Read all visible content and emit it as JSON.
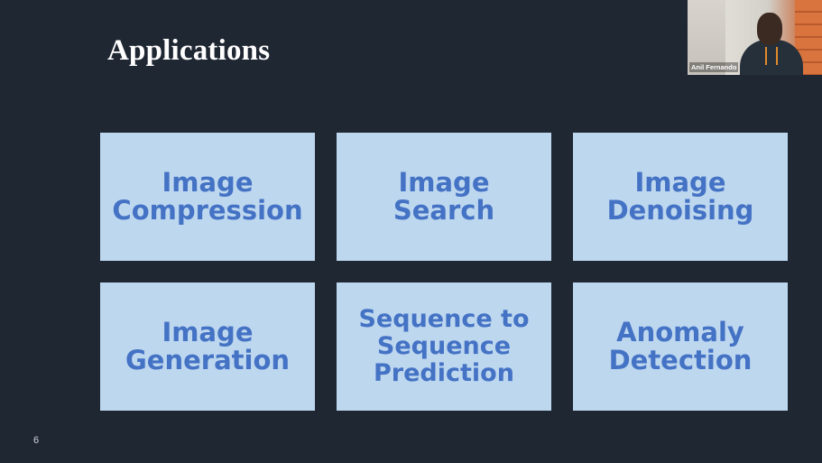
{
  "slide": {
    "title": "Applications",
    "page_number": "6"
  },
  "cards": [
    {
      "lines": [
        "Image",
        "Compression"
      ]
    },
    {
      "lines": [
        "Image",
        "Search"
      ]
    },
    {
      "lines": [
        "Image",
        "Denoising"
      ]
    },
    {
      "lines": [
        "Image",
        "Generation"
      ]
    },
    {
      "lines": [
        "Sequence to",
        "Sequence",
        "Prediction"
      ]
    },
    {
      "lines": [
        "Anomaly",
        "Detection"
      ]
    }
  ],
  "webcam": {
    "participant_name": "Anil Fernando"
  },
  "colors": {
    "background": "#1f2733",
    "card_fill": "#bdd7ef",
    "card_text": "#4472c4",
    "title_text": "#ffffff"
  }
}
